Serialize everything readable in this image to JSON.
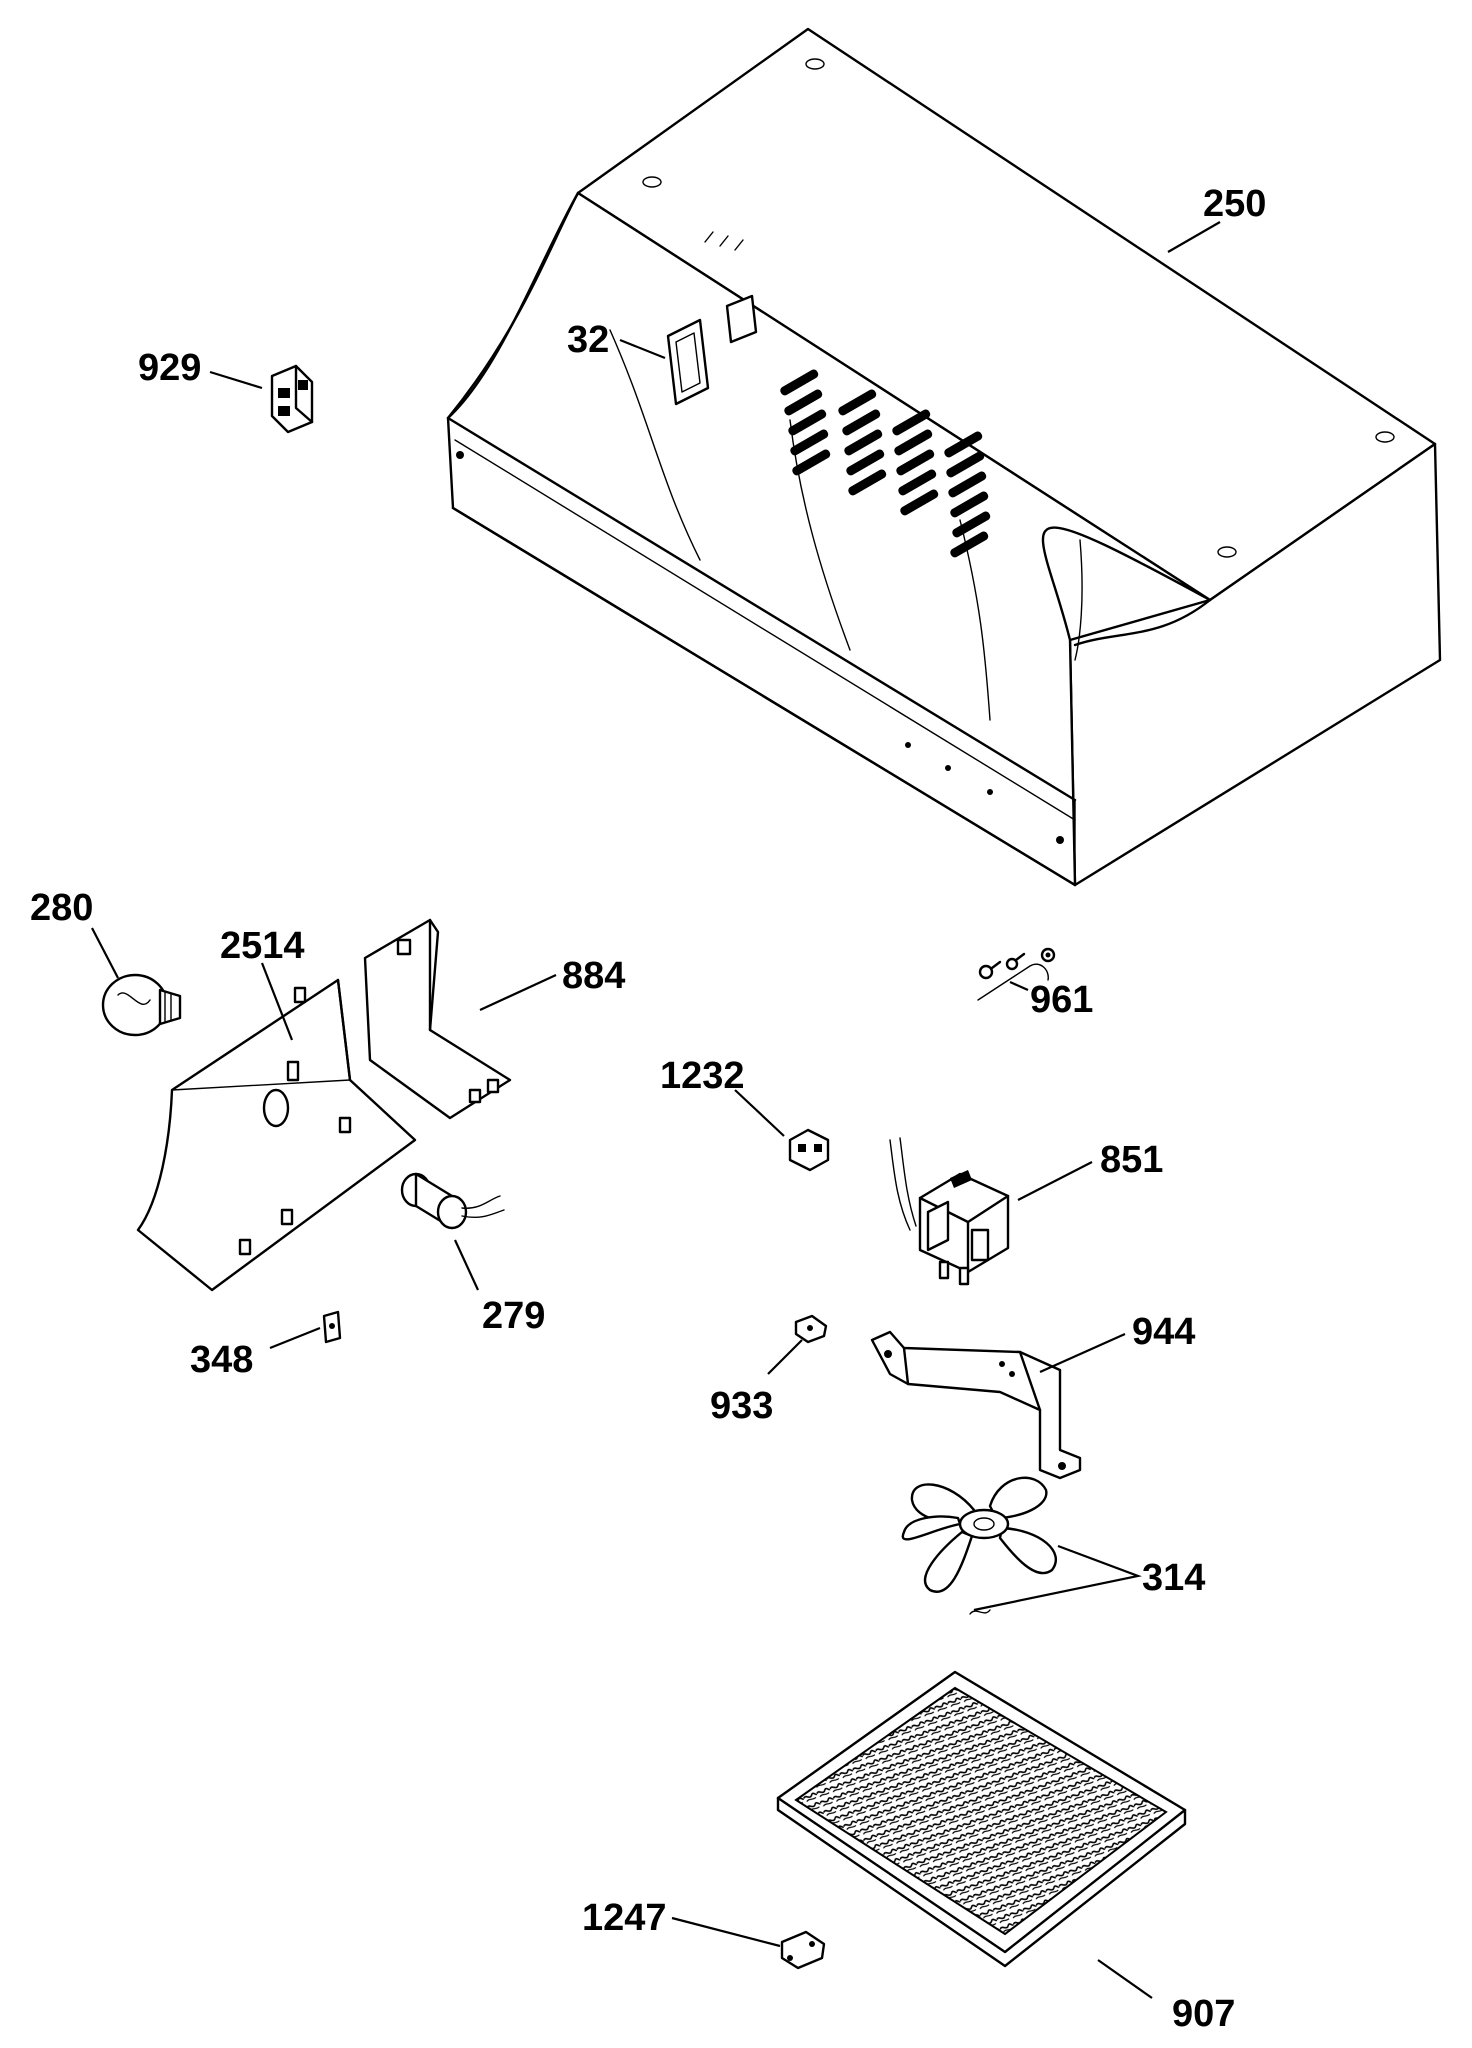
{
  "parts": [
    {
      "key": "hood_body",
      "label": "250"
    },
    {
      "key": "opening",
      "label": "32"
    },
    {
      "key": "switch",
      "label": "929"
    },
    {
      "key": "bulb",
      "label": "280"
    },
    {
      "key": "lamp_shield",
      "label": "2514"
    },
    {
      "key": "cover",
      "label": "884"
    },
    {
      "key": "screws",
      "label": "961"
    },
    {
      "key": "clip_1232",
      "label": "1232"
    },
    {
      "key": "motor",
      "label": "851"
    },
    {
      "key": "capacitor",
      "label": "279"
    },
    {
      "key": "clip_348",
      "label": "348"
    },
    {
      "key": "nut_933",
      "label": "933"
    },
    {
      "key": "bracket",
      "label": "944"
    },
    {
      "key": "fan_blade",
      "label": "314"
    },
    {
      "key": "grease_filter",
      "label": "907"
    },
    {
      "key": "fastener_1247",
      "label": "1247"
    }
  ],
  "colors": {
    "ink": "#000000",
    "paper": "#ffffff"
  }
}
